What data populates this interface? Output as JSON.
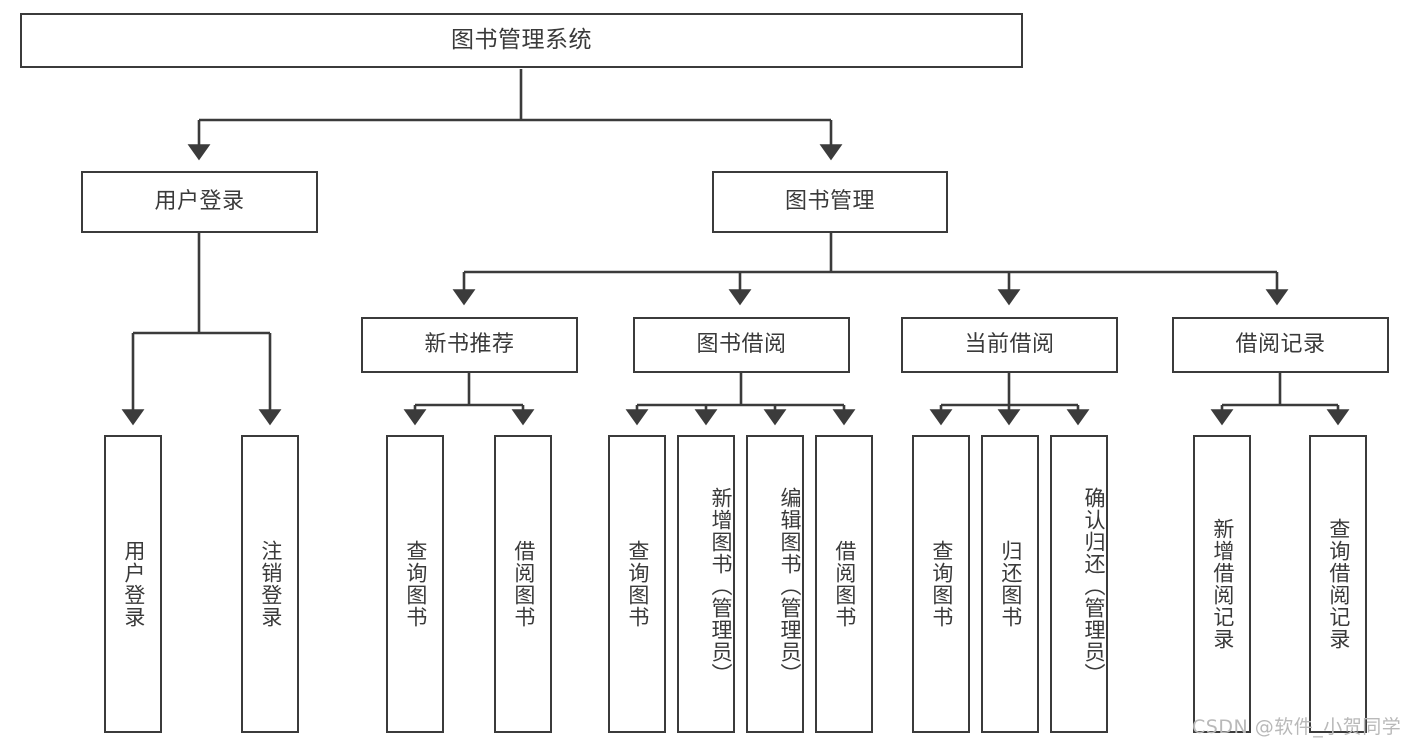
{
  "diagram": {
    "type": "tree-hierarchy",
    "title": "图书管理系统",
    "root": {
      "id": "root",
      "label": "图书管理系统",
      "level": 0
    },
    "level2": [
      {
        "id": "user-login",
        "label": "用户登录"
      },
      {
        "id": "book-management",
        "label": "图书管理"
      }
    ],
    "level3": [
      {
        "id": "new-book-recommend",
        "label": "新书推荐",
        "parent": "book-management"
      },
      {
        "id": "book-borrow",
        "label": "图书借阅",
        "parent": "book-management"
      },
      {
        "id": "current-borrow",
        "label": "当前借阅",
        "parent": "book-management"
      },
      {
        "id": "borrow-record",
        "label": "借阅记录",
        "parent": "book-management"
      }
    ],
    "leaves": [
      {
        "id": "leaf-user-login",
        "label": "用户登录",
        "parent": "user-login"
      },
      {
        "id": "leaf-logout-login",
        "label": "注销登录",
        "parent": "user-login"
      },
      {
        "id": "leaf-query-book-1",
        "label": "查询图书",
        "parent": "new-book-recommend"
      },
      {
        "id": "leaf-borrow-book-1",
        "label": "借阅图书",
        "parent": "new-book-recommend"
      },
      {
        "id": "leaf-query-book-2",
        "label": "查询图书",
        "parent": "book-borrow"
      },
      {
        "id": "leaf-add-book",
        "label": "新增图书（管理员）",
        "parent": "book-borrow"
      },
      {
        "id": "leaf-edit-book",
        "label": "编辑图书（管理员）",
        "parent": "book-borrow"
      },
      {
        "id": "leaf-borrow-book-2",
        "label": "借阅图书",
        "parent": "book-borrow"
      },
      {
        "id": "leaf-query-book-3",
        "label": "查询图书",
        "parent": "current-borrow"
      },
      {
        "id": "leaf-return-book",
        "label": "归还图书",
        "parent": "current-borrow"
      },
      {
        "id": "leaf-confirm-return",
        "label": "确认归还（管理员）",
        "parent": "current-borrow"
      },
      {
        "id": "leaf-add-record",
        "label": "新增借阅记录",
        "parent": "borrow-record"
      },
      {
        "id": "leaf-query-record",
        "label": "查询借阅记录",
        "parent": "borrow-record"
      }
    ]
  },
  "watermark": {
    "text": "CSDN @软件_小贺同学"
  },
  "colors": {
    "stroke": "#3b3b3b",
    "fill": "#ffffff",
    "text": "#3a3a3a",
    "watermark": "#b9b9b9"
  }
}
